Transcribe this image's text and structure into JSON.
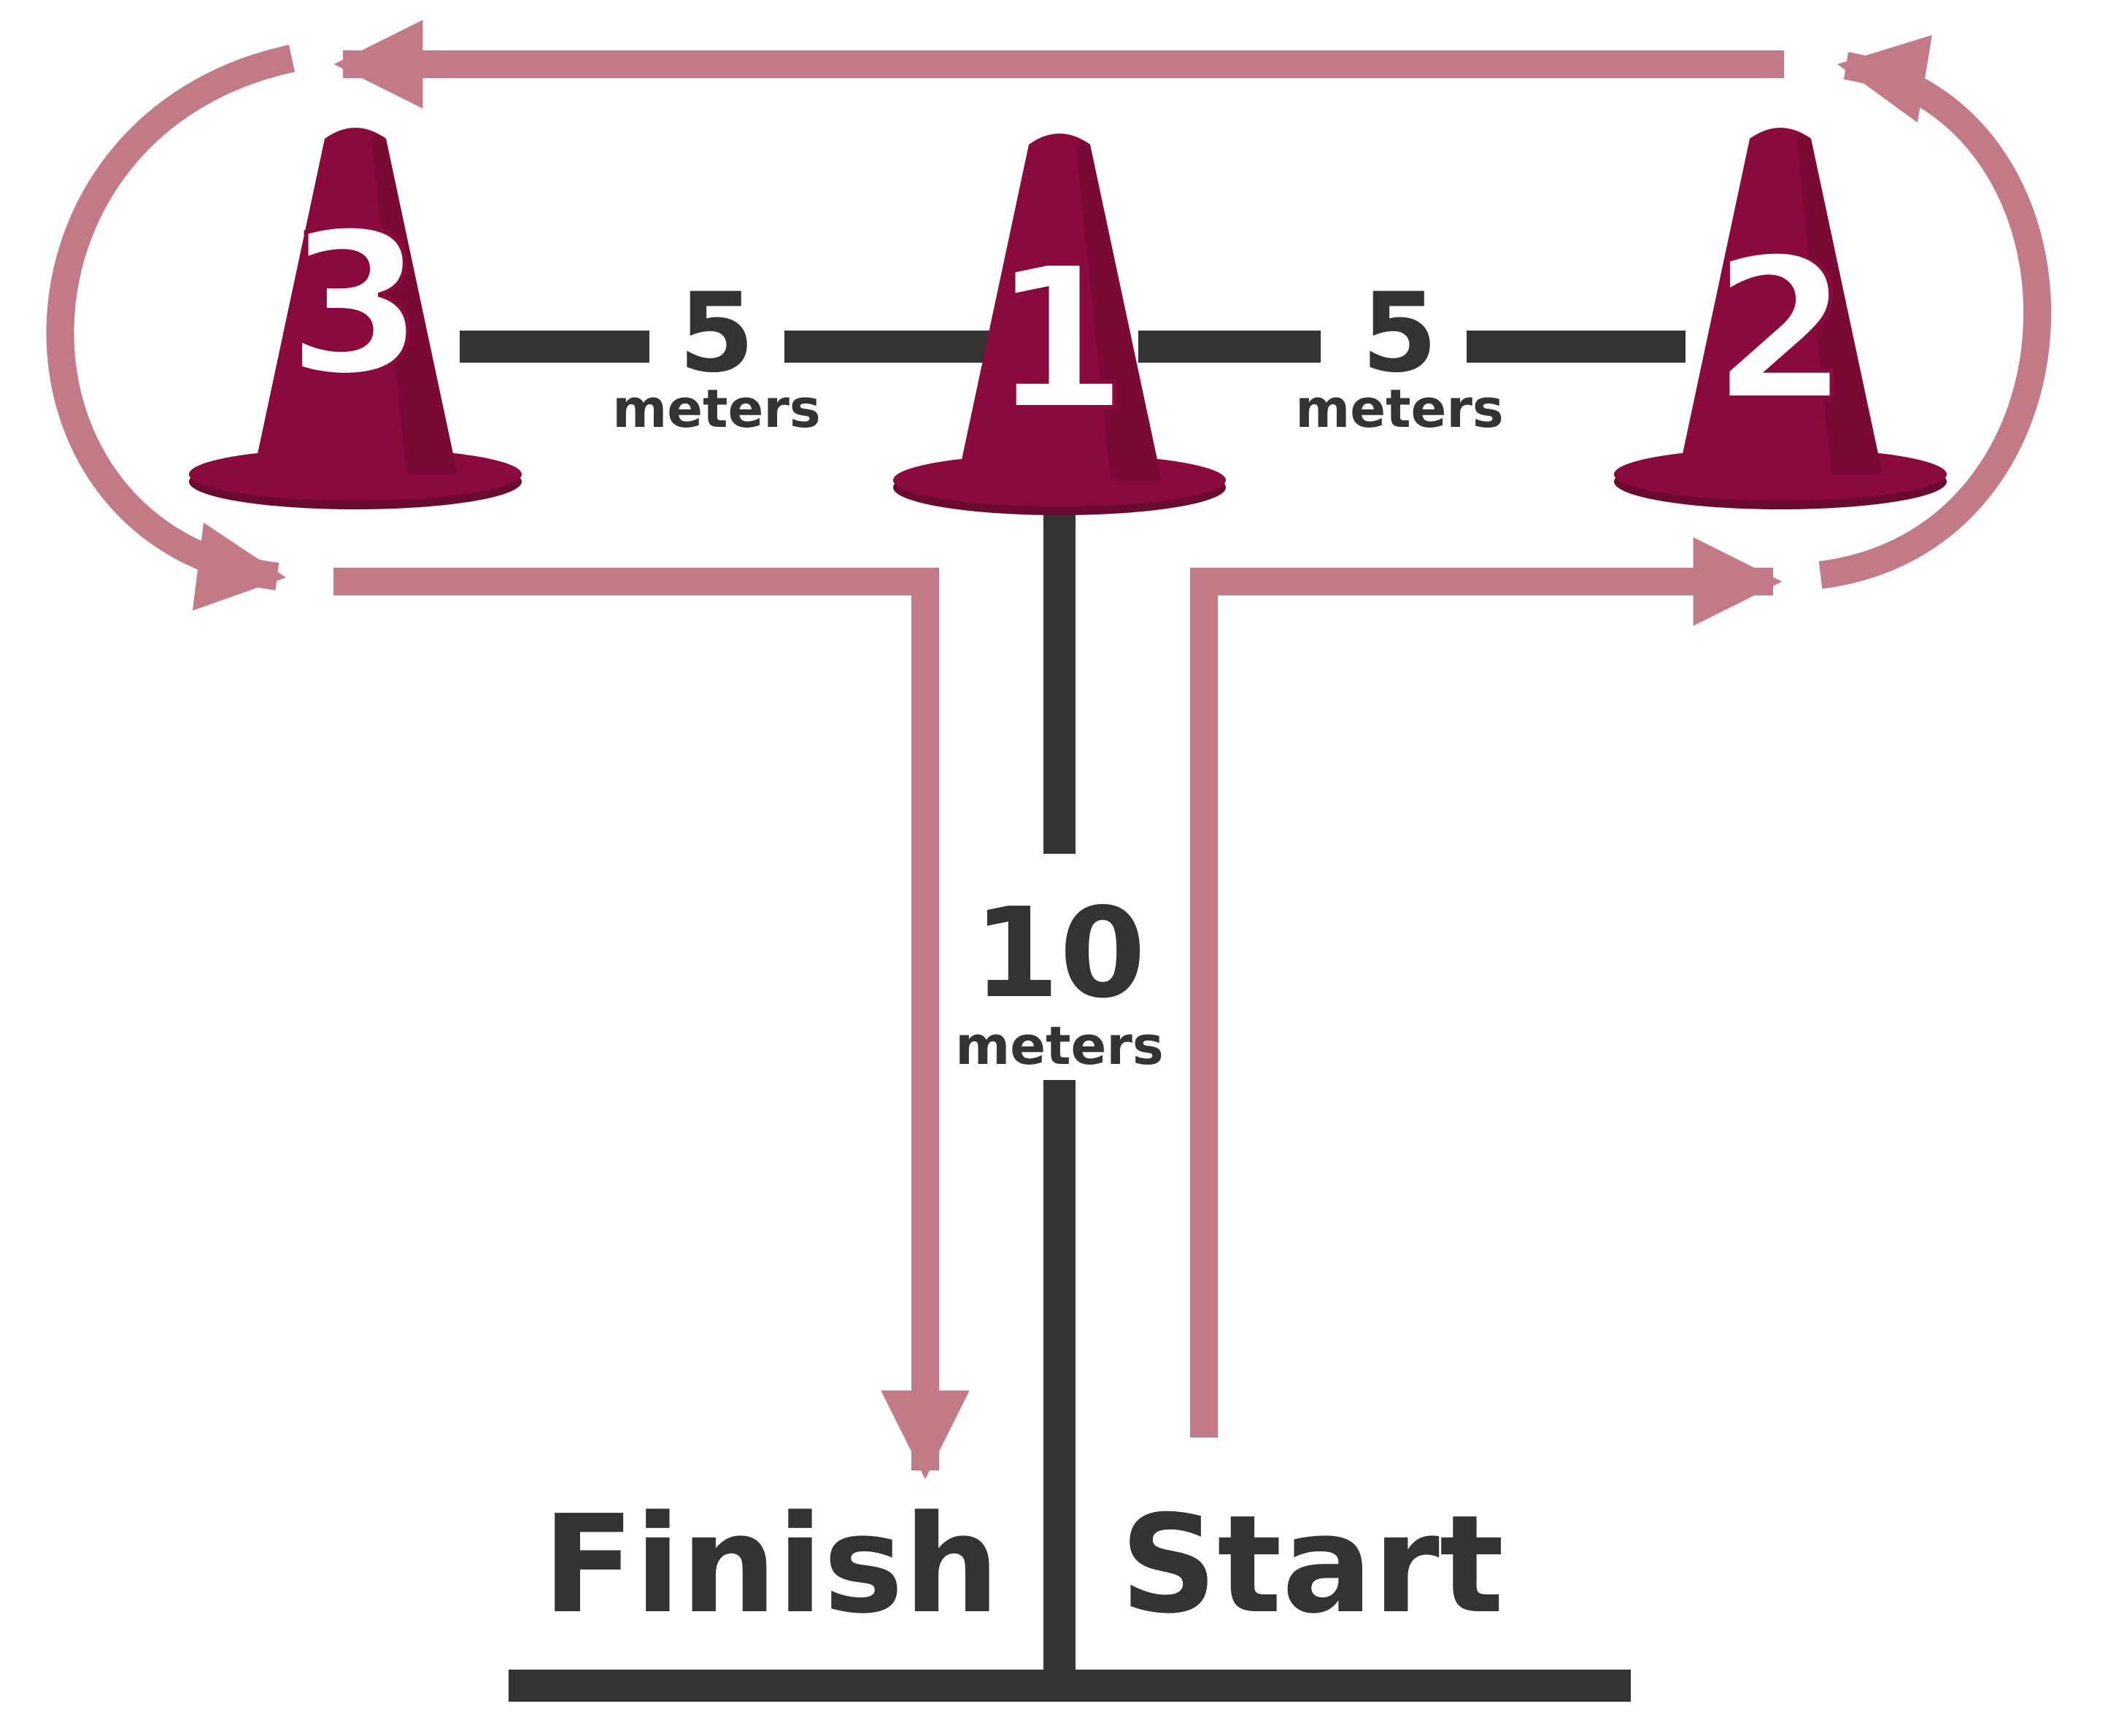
{
  "colors": {
    "background": "#ffffff",
    "line": "#333333",
    "arrow": "#c27b86",
    "cone": "#8b0a3d",
    "cone_shadow": "#6b0a30",
    "cone_label": "#ffffff"
  },
  "cones": {
    "left": {
      "label": "3"
    },
    "center": {
      "label": "1"
    },
    "right": {
      "label": "2"
    }
  },
  "distances": {
    "left": {
      "value": "5",
      "unit": "meters"
    },
    "right": {
      "value": "5",
      "unit": "meters"
    },
    "vertical": {
      "value": "10",
      "unit": "meters"
    }
  },
  "labels": {
    "finish": "Finish",
    "start": "Start"
  }
}
